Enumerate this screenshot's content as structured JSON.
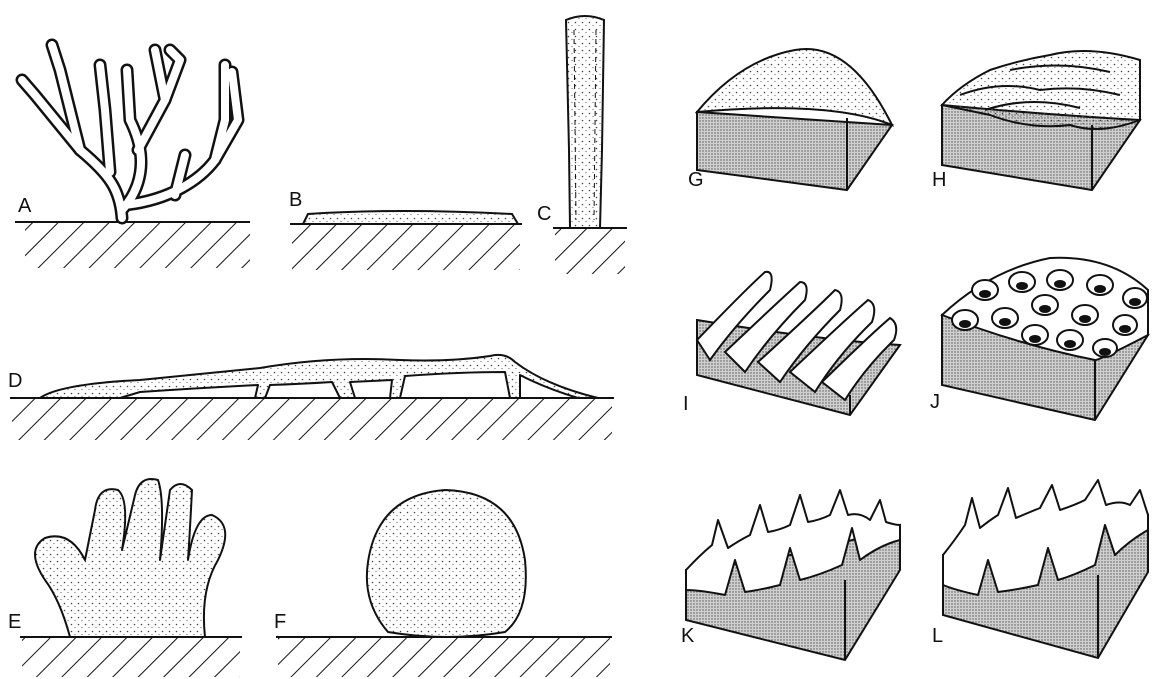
{
  "panels": [
    {
      "id": "A",
      "label": "A",
      "form": "branching"
    },
    {
      "id": "B",
      "label": "B",
      "form": "encrusting"
    },
    {
      "id": "C",
      "label": "C",
      "form": "tubular"
    },
    {
      "id": "D",
      "label": "D",
      "form": "repent-creeping"
    },
    {
      "id": "E",
      "label": "E",
      "form": "digitate-lobate"
    },
    {
      "id": "F",
      "label": "F",
      "form": "massive-globular"
    },
    {
      "id": "G",
      "label": "G",
      "surface": "smooth"
    },
    {
      "id": "H",
      "label": "H",
      "surface": "rugose"
    },
    {
      "id": "I",
      "label": "I",
      "surface": "ridged"
    },
    {
      "id": "J",
      "label": "J",
      "surface": "pitted-oscules"
    },
    {
      "id": "K",
      "label": "K",
      "surface": "conulose"
    },
    {
      "id": "L",
      "label": "L",
      "surface": "spiny-conules"
    }
  ],
  "colors": {
    "ink": "#111111",
    "fill": "#ffffff",
    "stipple": "#555555"
  }
}
